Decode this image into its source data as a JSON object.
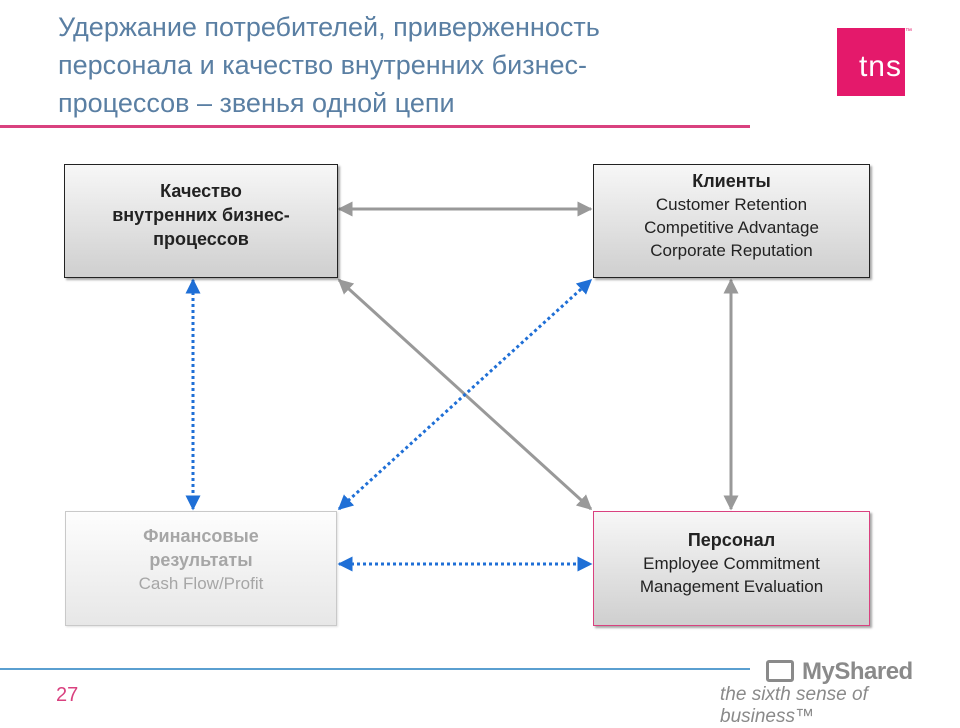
{
  "title": {
    "line1": "Удержание потребителей, приверженность",
    "line2": "персонала и  качество внутренних бизнес-",
    "line3": "процессов – звенья одной цепи"
  },
  "logo": {
    "text": "tns",
    "tm": "™"
  },
  "boxes": {
    "process": {
      "title_l1": "Качество",
      "title_l2": "внутренних бизнес-",
      "title_l3": "процессов"
    },
    "clients": {
      "title": "Клиенты",
      "lines": [
        "Customer Retention",
        "Competitive Advantage",
        "Corporate Reputation"
      ]
    },
    "staff": {
      "title": "Персонал",
      "lines": [
        "Employee Commitment",
        "Management Evaluation"
      ]
    },
    "finance": {
      "title_l1": "Финансовые",
      "title_l2": "результаты",
      "lines": [
        "Cash Flow/Profit"
      ]
    }
  },
  "colors": {
    "title": "#5a7fa3",
    "accent": "#d9417f",
    "logo": "#e4196b",
    "solid_link": "#999999",
    "dotted_link": "#1f6fd6"
  },
  "footer": {
    "page_number": "27",
    "watermark": "MyShared",
    "slogan": "the sixth sense of business™"
  }
}
